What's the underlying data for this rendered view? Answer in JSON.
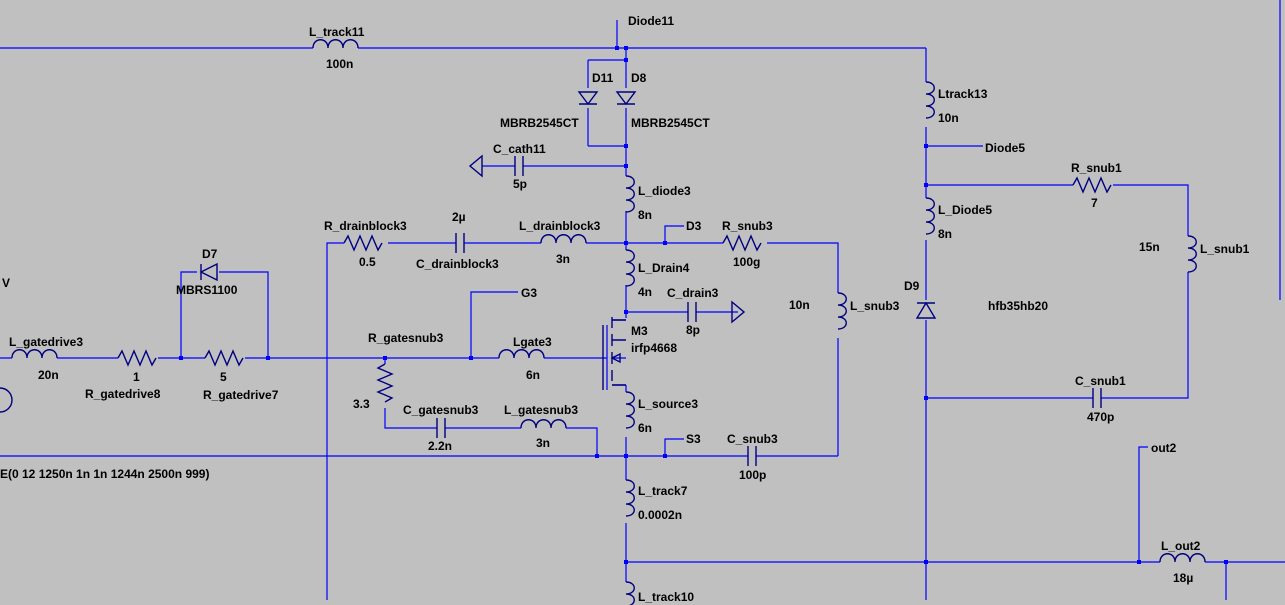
{
  "schematic": {
    "labels": {
      "l_track11": "L_track11",
      "l_track11_val": "100n",
      "diode11": "Diode11",
      "d11": "D11",
      "d8": "D8",
      "mbrb_left": "MBRB2545CT",
      "mbrb_right": "MBRB2545CT",
      "c_cath11": "C_cath11",
      "c_cath11_val": "5p",
      "l_diode3": "L_diode3",
      "l_diode3_val": "8n",
      "ltrack13": "Ltrack13",
      "ltrack13_val": "10n",
      "diode5": "Diode5",
      "r_snub1": "R_snub1",
      "r_snub1_val": "7",
      "l_diode5": "L_Diode5",
      "l_diode5_val": "8n",
      "l_snub1": "L_snub1",
      "l_snub1_val": "15n",
      "r_drainblock3": "R_drainblock3",
      "r_drainblock3_val": "0.5",
      "c_drainblock3_val": "2µ",
      "c_drainblock3": "C_drainblock3",
      "l_drainblock3": "L_drainblock3",
      "l_drainblock3_val": "3n",
      "d3": "D3",
      "r_snub3": "R_snub3",
      "r_snub3_val": "100g",
      "d7": "D7",
      "mbrs1100": "MBRS1100",
      "v_partial": "V",
      "l_drain4": "L_Drain4",
      "l_drain4_val": "4n",
      "c_drain3": "C_drain3",
      "c_drain3_val": "8p",
      "l_snub3": "L_snub3",
      "l_snub3_val": "10n",
      "d9": "D9",
      "hfb35hb20": "hfb35hb20",
      "g3": "G3",
      "l_gatedrive3": "L_gatedrive3",
      "l_gatedrive3_val": "20n",
      "r_gatedrive8_val": "1",
      "r_gatedrive8": "R_gatedrive8",
      "r_gatedrive7_val": "5",
      "r_gatedrive7": "R_gatedrive7",
      "r_gatesnub3": "R_gatesnub3",
      "r_gatesnub3_val": "3.3",
      "lgate3": "Lgate3",
      "lgate3_val": "6n",
      "m3": "M3",
      "irfp4668": "irfp4668",
      "c_gatesnub3": "C_gatesnub3",
      "c_gatesnub3_val": "2.2n",
      "l_gatesnub3": "L_gatesnub3",
      "l_gatesnub3_val": "3n",
      "l_source3": "L_source3",
      "l_source3_val": "6n",
      "s3": "S3",
      "c_snub3": "C_snub3",
      "c_snub3_val": "100p",
      "c_snub1": "C_snub1",
      "c_snub1_val": "470p",
      "out2": "out2",
      "pulse": "E(0 12 1250n 1n 1n 1244n 2500n 999)",
      "l_track7": "L_track7",
      "l_track7_val": "0.0002n",
      "l_out2": "L_out2",
      "l_out2_val": "18µ",
      "l_track10": "L_track10"
    }
  }
}
